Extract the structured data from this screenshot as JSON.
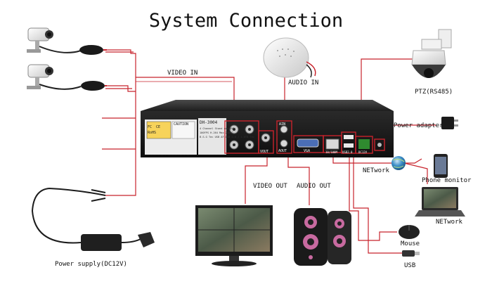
{
  "title": "System Connection",
  "labels": {
    "video_in": "VIDEO IN",
    "audio_in": "AUDIO IN",
    "ptz": "PTZ(RS485)",
    "power_adapter": "Power adapter",
    "network": "NETwork",
    "phone_monitor": "Phone monitor",
    "network_laptop": "NETwork",
    "video_out": "VIDEO OUT",
    "audio_out": "AUDIO OUT",
    "mouse": "Mouse",
    "usb": "USB",
    "power_supply": "Power supply(DC12V)"
  },
  "dvr": {
    "model": "DH-3004",
    "spec_lines": [
      "4 Channel Stand one DVR",
      "100FPS H.264    Max 2000G",
      "B.S.G Tec USB AF.USB 2.0 / 1.0TB Tec"
    ],
    "caution_label": "CAUTION",
    "cert_marks": [
      "FC",
      "CE",
      "RoHS"
    ],
    "port_labels": {
      "vout": "VOUT",
      "aout": "AOUT",
      "ain": "AIN",
      "vga": "VGA",
      "lan": "10/100M",
      "usb": "USB2.0",
      "power": "DC12V"
    }
  },
  "colors": {
    "wire": "#c8232c",
    "chassis": "#1c1c1c",
    "chassis_top": "#3a3a3a",
    "background": "#ffffff"
  },
  "icons": [
    "cctv-camera-icon",
    "dome-microphone-icon",
    "ptz-dome-camera-icon",
    "power-adapter-icon",
    "network-globe-icon",
    "smartphone-icon",
    "laptop-icon",
    "lcd-monitor-icon",
    "speaker-icon",
    "mouse-icon",
    "usb-stick-icon",
    "power-brick-icon"
  ]
}
